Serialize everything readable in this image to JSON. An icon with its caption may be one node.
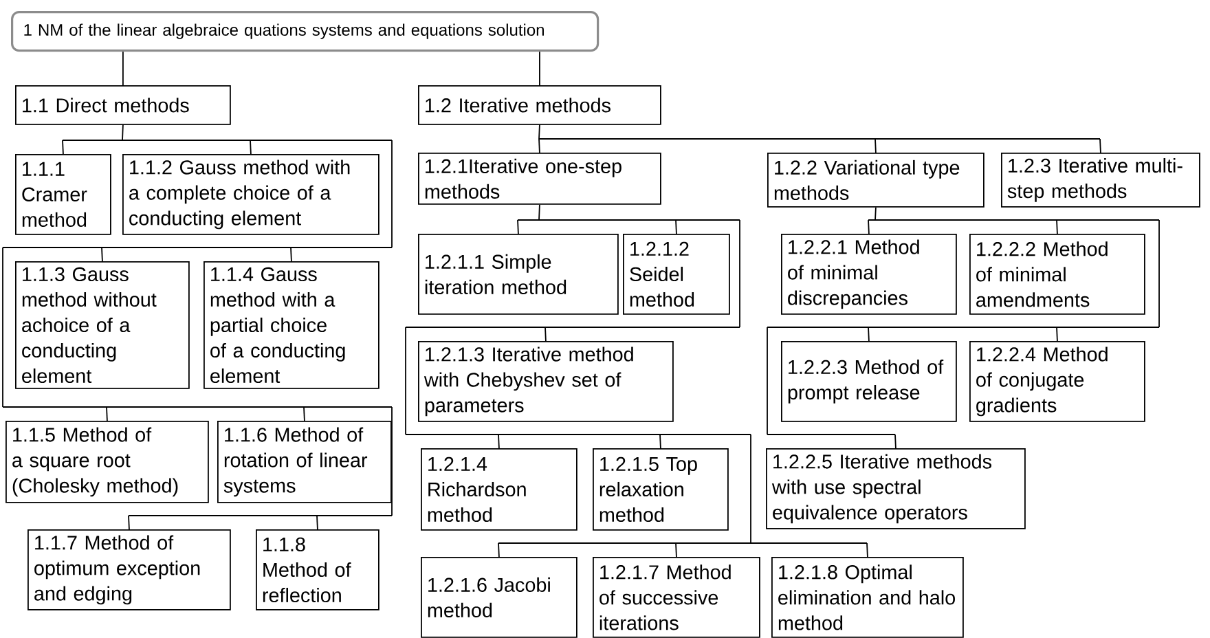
{
  "diagram": {
    "nodes": [
      {
        "text": [
          "1 NM of the linear algebraice quations systems and equations solution"
        ]
      },
      {
        "text": [
          "1.1 Direct methods"
        ]
      },
      {
        "text": [
          "1.2 Iterative methods"
        ]
      },
      {
        "text": [
          "1.1.1 Cramer method"
        ]
      },
      {
        "text": [
          "1.1.2 Gauss method with a complete choice of a conducting element"
        ]
      },
      {
        "text": [
          "1.1.3 Gauss method without achoice of a conducting element"
        ]
      },
      {
        "text": [
          "1.1.4 Gauss method with a partial choice of a conducting element"
        ]
      },
      {
        "text": [
          "1.1.5 Method of a square root (Cholesky method)"
        ]
      },
      {
        "text": [
          "1.1.6 Method of rotation of linear systems"
        ]
      },
      {
        "text": [
          "1.1.7 Method of optimum exception and edging"
        ]
      },
      {
        "text": [
          "1.1.8 Method of reflection"
        ]
      },
      {
        "text": [
          "1.2.1Iterative one-step methods"
        ]
      },
      {
        "text": [
          "1.2.2 Variational type methods"
        ]
      },
      {
        "text": [
          "1.2.3 Iterative multi-step methods"
        ]
      },
      {
        "text": [
          "1.2.1.1 Simple iteration method"
        ]
      },
      {
        "text": [
          "1.2.1.2 Seidel method"
        ]
      },
      {
        "text": [
          "1.2.1.3 Iterative method with Chebyshev set of parameters"
        ]
      },
      {
        "text": [
          "1.2.1.4 Richardson method"
        ]
      },
      {
        "text": [
          "1.2.1.5 Top relaxation method"
        ]
      },
      {
        "text": [
          "1.2.1.6 Jacobi method"
        ]
      },
      {
        "text": [
          "1.2.1.7 Method of successive iterations"
        ]
      },
      {
        "text": [
          "1.2.1.8 Optimal elimination and halo method"
        ]
      },
      {
        "text": [
          "1.2.2.1 Method of minimal discrepancies"
        ]
      },
      {
        "text": [
          "1.2.2.2 Method of minimal amendments"
        ]
      },
      {
        "text": [
          "1.2.2.3 Method of prompt release"
        ]
      },
      {
        "text": [
          "1.2.2.4 Method of conjugate gradients"
        ]
      },
      {
        "text": [
          "1.2.2.5 Iterative methods with use spectral equivalence operators"
        ]
      }
    ],
    "edges": [
      {
        "from": 0,
        "to": 1,
        "arrow": "none"
      },
      {
        "from": 0,
        "to": 2,
        "arrow": "none"
      },
      {
        "from": 1,
        "to": 3,
        "arrow": "none"
      },
      {
        "from": 1,
        "to": 4,
        "arrow": "none"
      },
      {
        "from": 1,
        "to": 5,
        "arrow": "none"
      },
      {
        "from": 1,
        "to": 6,
        "arrow": "none"
      },
      {
        "from": 1,
        "to": 7,
        "arrow": "none"
      },
      {
        "from": 1,
        "to": 8,
        "arrow": "none"
      },
      {
        "from": 1,
        "to": 9,
        "arrow": "none"
      },
      {
        "from": 1,
        "to": 10,
        "arrow": "none"
      },
      {
        "from": 2,
        "to": 11,
        "arrow": "none"
      },
      {
        "from": 2,
        "to": 12,
        "arrow": "none"
      },
      {
        "from": 2,
        "to": 13,
        "arrow": "none"
      },
      {
        "from": 11,
        "to": 14,
        "arrow": "none"
      },
      {
        "from": 11,
        "to": 15,
        "arrow": "none"
      },
      {
        "from": 11,
        "to": 16,
        "arrow": "none"
      },
      {
        "from": 11,
        "to": 17,
        "arrow": "none"
      },
      {
        "from": 11,
        "to": 18,
        "arrow": "none"
      },
      {
        "from": 11,
        "to": 19,
        "arrow": "none"
      },
      {
        "from": 11,
        "to": 20,
        "arrow": "none"
      },
      {
        "from": 11,
        "to": 21,
        "arrow": "none"
      },
      {
        "from": 12,
        "to": 22,
        "arrow": "none"
      },
      {
        "from": 12,
        "to": 23,
        "arrow": "none"
      },
      {
        "from": 12,
        "to": 24,
        "arrow": "none"
      },
      {
        "from": 12,
        "to": 25,
        "arrow": "none"
      },
      {
        "from": 12,
        "to": 26,
        "arrow": "none"
      }
    ]
  }
}
